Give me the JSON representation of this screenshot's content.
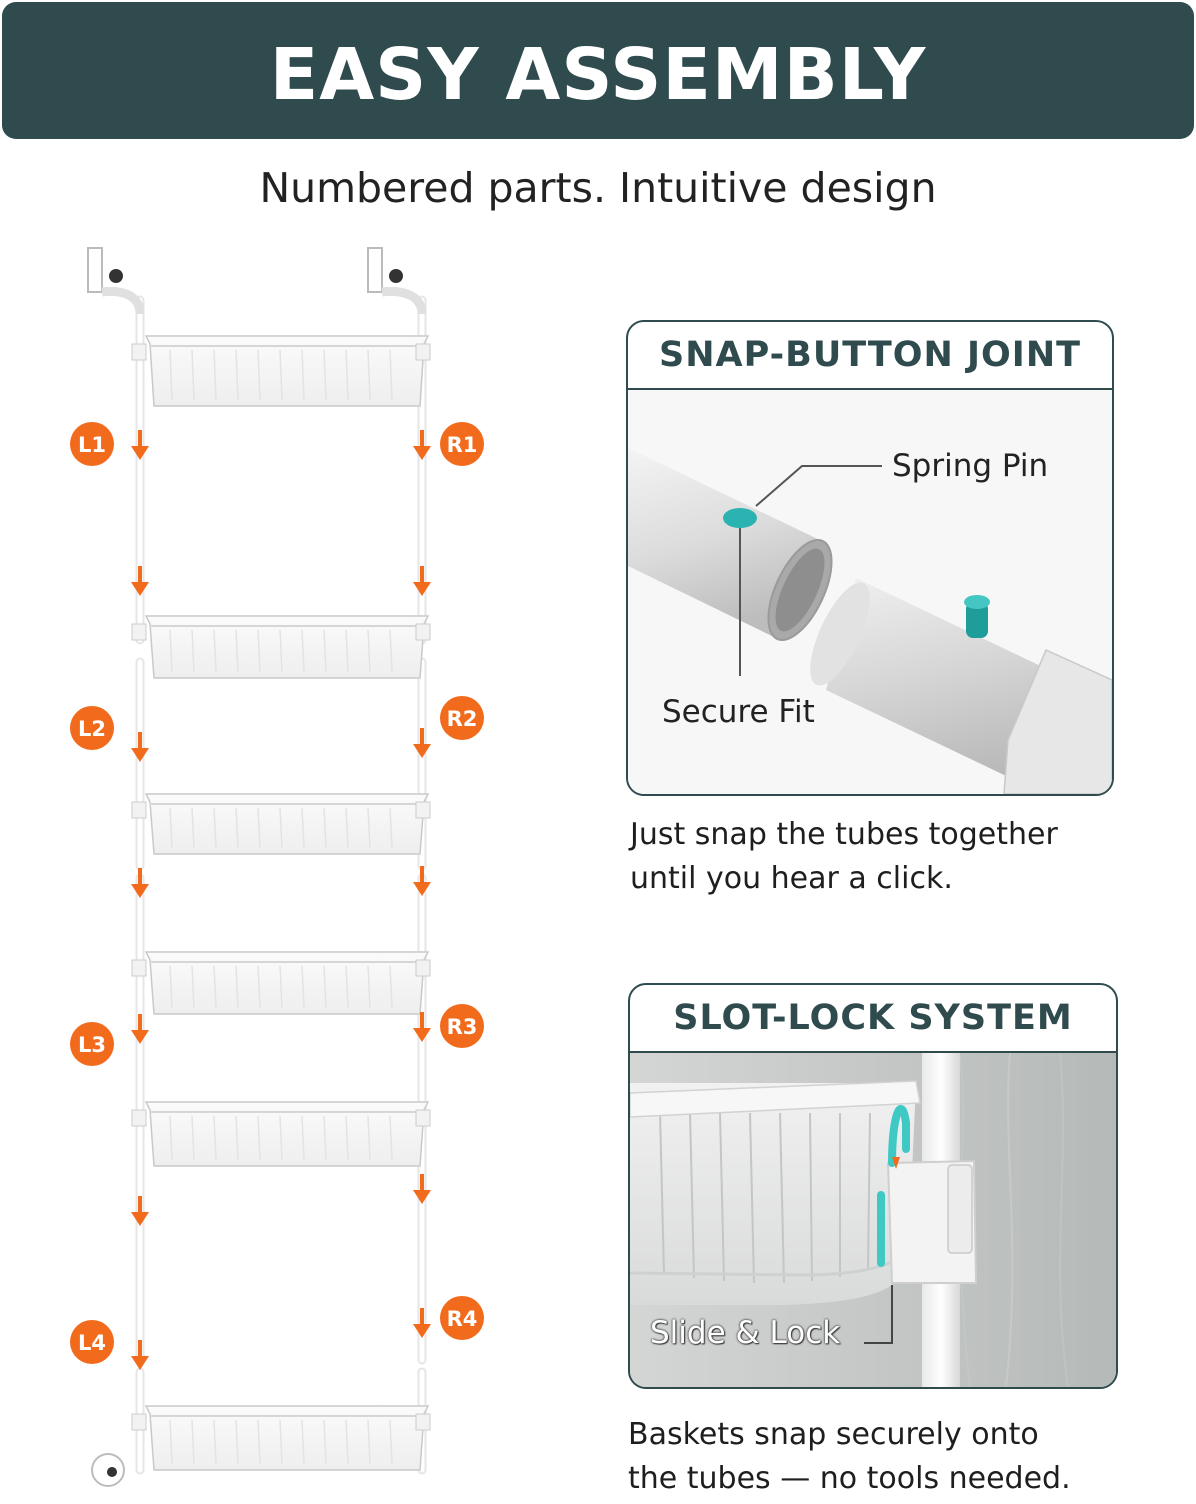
{
  "banner": {
    "title": "EASY ASSEMBLY"
  },
  "subtitle": "Numbered parts. Intuitive design",
  "diagram": {
    "left_labels": [
      "L1",
      "L2",
      "L3",
      "L4"
    ],
    "right_labels": [
      "R1",
      "R2",
      "R3",
      "R4"
    ],
    "accent_color": "#f26b1d",
    "basket_count": 6
  },
  "snap_card": {
    "title": "SNAP-BUTTON JOINT",
    "callout_top": "Spring Pin",
    "callout_bottom": "Secure Fit",
    "description": [
      "Just snap the tubes together",
      "until you hear a click."
    ],
    "teal_color": "#2bb3b1"
  },
  "slot_card": {
    "title": "SLOT-LOCK SYSTEM",
    "callout": "Slide & Lock",
    "description": [
      "Baskets snap securely onto",
      "the tubes — no tools needed."
    ]
  },
  "colors": {
    "banner_bg": "#2f4b4e",
    "card_border": "#2f4b4e"
  }
}
